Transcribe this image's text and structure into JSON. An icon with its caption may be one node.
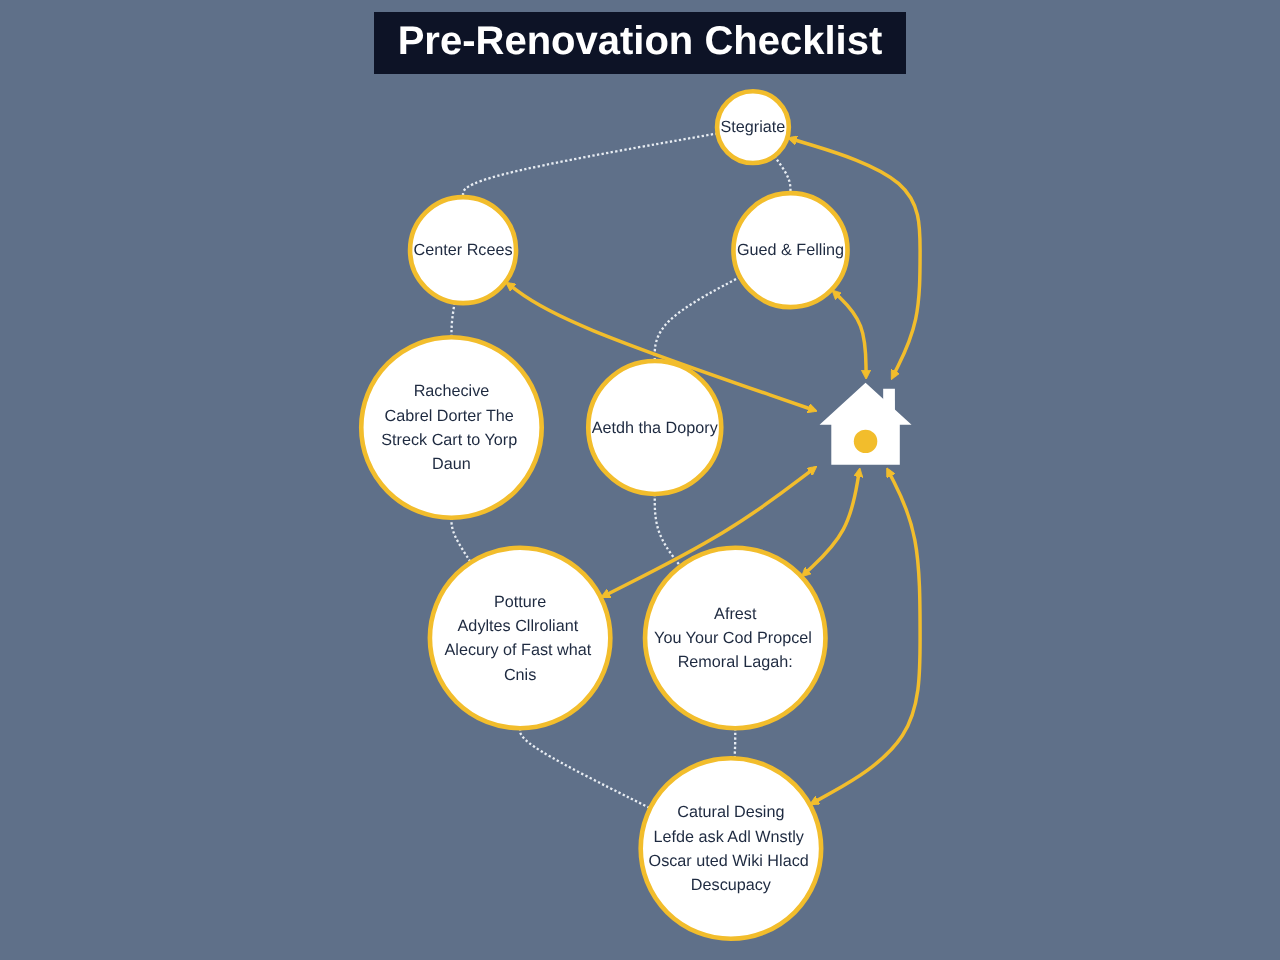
{
  "diagram": {
    "title": "Pre-Renovation Checklist",
    "nodes": [
      {
        "text": [
          "Stegriate"
        ]
      },
      {
        "text": [
          "Center Rcees"
        ]
      },
      {
        "text": [
          "Gued & Felling"
        ]
      },
      {
        "text": [
          "Rachecive",
          "Cabrel Dorter The Streck Cart to Yorp Daun"
        ]
      },
      {
        "text": [],
        "shape": "house"
      },
      {
        "text": [
          "Aetdh tha Dopory"
        ]
      },
      {
        "text": [
          "Potture",
          "Adyltes Cllroliant Alecury of Fast what Cnis"
        ]
      },
      {
        "text": [
          "Afrest",
          "You Your Cod Propcel Remoral Lagah:"
        ]
      },
      {
        "text": [
          "Catural Desing",
          "Lefde ask Adl Wnstly Oscar uted Wiki Hlacd Descupacy"
        ]
      }
    ],
    "edges": [
      {
        "from": 0,
        "to": 1,
        "arrow": "none",
        "style": "dashed"
      },
      {
        "from": 0,
        "to": 2,
        "arrow": "none",
        "style": "dashed"
      },
      {
        "from": 1,
        "to": 3,
        "arrow": "none",
        "style": "dashed"
      },
      {
        "from": 2,
        "to": 5,
        "arrow": "none",
        "style": "dashed"
      },
      {
        "from": 3,
        "to": 6,
        "arrow": "none",
        "style": "dashed"
      },
      {
        "from": 5,
        "to": 7,
        "arrow": "none",
        "style": "dashed"
      },
      {
        "from": 6,
        "to": 8,
        "arrow": "none",
        "style": "dashed"
      },
      {
        "from": 7,
        "to": 8,
        "arrow": "none",
        "style": "dashed"
      },
      {
        "from": 0,
        "to": 4,
        "arrow": "both",
        "color": "#f2bd2c"
      },
      {
        "from": 1,
        "to": 4,
        "arrow": "both",
        "color": "#f2bd2c"
      },
      {
        "from": 2,
        "to": 4,
        "arrow": "both",
        "color": "#f2bd2c"
      },
      {
        "from": 4,
        "to": 6,
        "arrow": "both",
        "color": "#f2bd2c"
      },
      {
        "from": 4,
        "to": 7,
        "arrow": "both",
        "color": "#f2bd2c"
      },
      {
        "from": 4,
        "to": 8,
        "arrow": "both",
        "color": "#f2bd2c"
      }
    ]
  }
}
